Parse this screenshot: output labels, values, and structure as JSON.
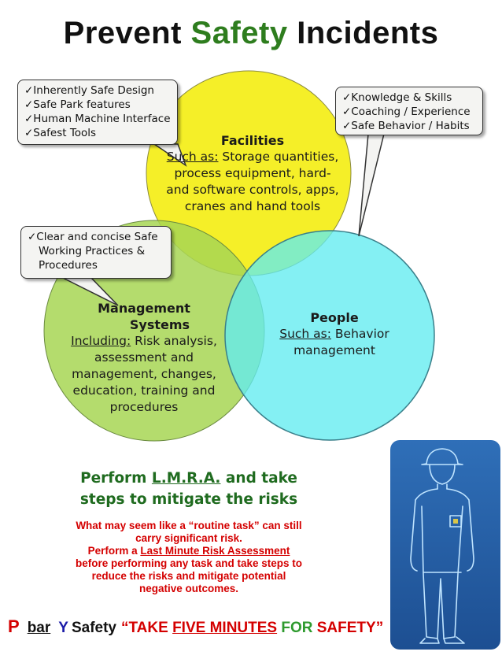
{
  "title": {
    "part1": "Prevent",
    "part2": "Safety",
    "part3": "Incidents"
  },
  "colors": {
    "facilities": "#f4ee1c",
    "people": "#62ecf0",
    "management": "#a7d653",
    "title_accent": "#2e7d1e",
    "lmra_text": "#1f6b1f",
    "warning_text": "#d40000",
    "figure_panel": "#2a64ad"
  },
  "circles": {
    "facilities": {
      "heading": "Facilities",
      "lead": "Such as:",
      "lines": [
        " Storage quantities,",
        "process equipment, hard-",
        "and software controls, apps,",
        "cranes and hand tools"
      ]
    },
    "management": {
      "heading_lines": [
        "Management",
        "Systems"
      ],
      "lead": "Including:",
      "lines": [
        " Risk analysis,",
        "assessment and",
        "management, changes,",
        "education, training and",
        "procedures"
      ]
    },
    "people": {
      "heading": "People",
      "lead": "Such as:",
      "lines": [
        " Behavior",
        "management"
      ]
    }
  },
  "bubbles": {
    "design": [
      "✓Inherently Safe Design",
      "✓Safe Park features",
      "✓Human Machine Interface",
      "✓Safest Tools"
    ],
    "skills": [
      "✓Knowledge & Skills",
      "✓Coaching / Experience",
      "✓Safe Behavior / Habits"
    ],
    "practices": [
      "✓Clear and concise Safe",
      "Working Practices &",
      "Procedures"
    ]
  },
  "lmra": {
    "pre": "Perform ",
    "link": "L.M.R.A.",
    "post": " and take",
    "line2": "steps to mitigate the risks"
  },
  "warning": {
    "line1": "What may seem like a “routine task” can still",
    "line2": "carry significant risk.",
    "line3_pre": "Perform a ",
    "line3_link": "Last Minute Risk Assessment",
    "line4": "before performing any task and take steps to",
    "line5": "reduce the risks and mitigate potential",
    "line6": "negative outcomes."
  },
  "footer": {
    "p": "P",
    "bar": "bar",
    "y": "Y",
    "safety": "Safety",
    "slogan_open": "“TAKE ",
    "slogan_underlined": "FIVE MINUTES",
    "slogan_for": " FOR",
    "slogan_end": " SAFETY”"
  }
}
